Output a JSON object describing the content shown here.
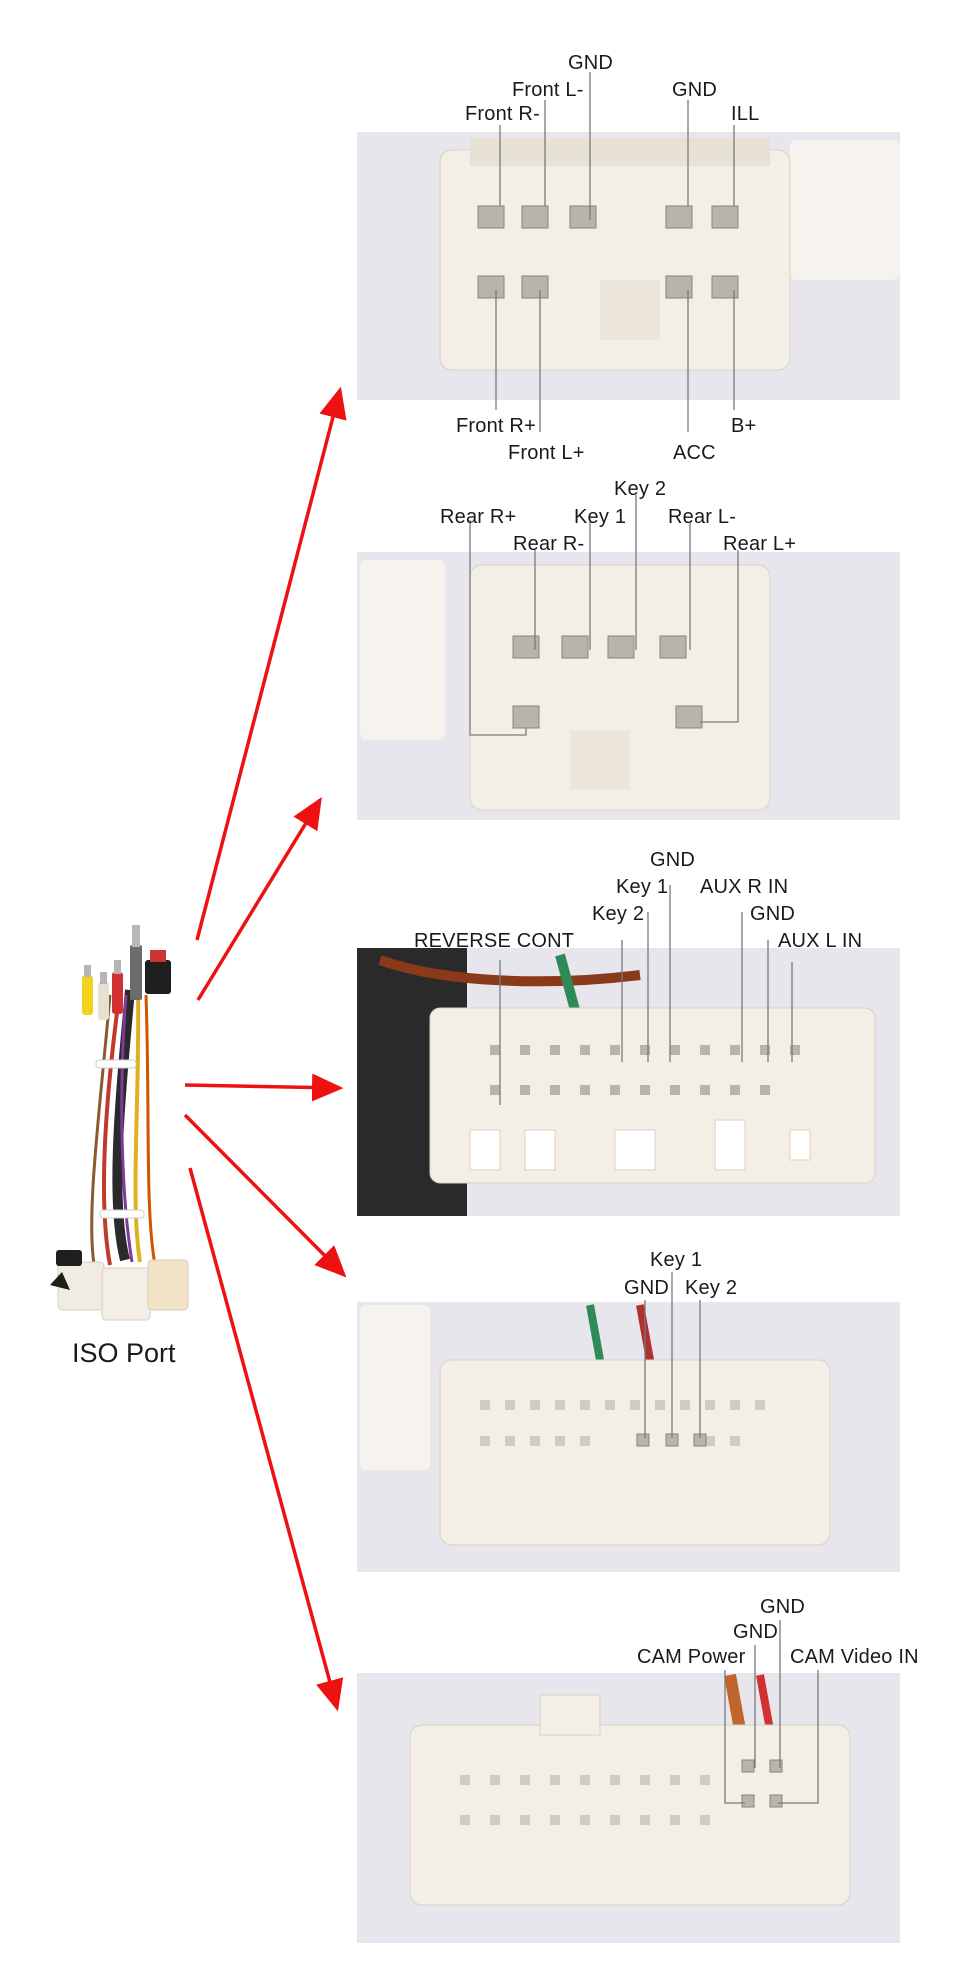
{
  "iso_port_label": "ISO Port",
  "arrow_color": "#ee1111",
  "leader_line_color": "#7a7a7a",
  "connector_color": "#f4efe6",
  "photo_background": "#e6e6ec",
  "panels": [
    {
      "name": "connector-1",
      "labels": {
        "gnd": "GND",
        "front_l_minus": "Front L-",
        "front_r_minus": "Front R-",
        "gnd_2": "GND",
        "ill": "ILL",
        "front_r_plus": "Front R+",
        "front_l_plus": "Front L+",
        "acc": "ACC",
        "b_plus": "B+"
      }
    },
    {
      "name": "connector-2",
      "labels": {
        "key_2": "Key 2",
        "rear_r_plus": "Rear R+",
        "key_1": "Key 1",
        "rear_l_minus": "Rear L-",
        "rear_r_minus": "Rear R-",
        "rear_l_plus": "Rear L+"
      }
    },
    {
      "name": "connector-3",
      "labels": {
        "gnd": "GND",
        "key_1": "Key 1",
        "aux_r_in": "AUX R IN",
        "key_2": "Key 2",
        "gnd_2": "GND",
        "reverse_cont": "REVERSE CONT",
        "aux_l_in": "AUX L IN"
      }
    },
    {
      "name": "connector-4",
      "labels": {
        "key_1": "Key 1",
        "gnd": "GND",
        "key_2": "Key 2"
      }
    },
    {
      "name": "connector-5",
      "labels": {
        "gnd": "GND",
        "gnd_2": "GND",
        "cam_power": "CAM Power",
        "cam_video_in": "CAM Video IN"
      }
    }
  ]
}
